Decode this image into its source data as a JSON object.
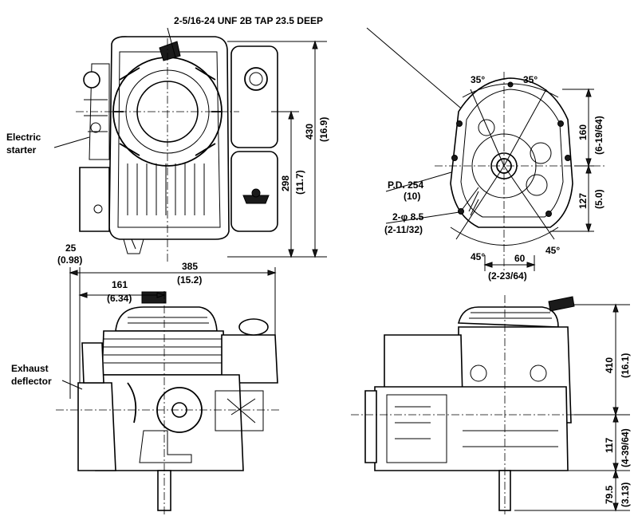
{
  "callouts": {
    "tap": "2-5/16-24 UNF 2B TAP 23.5 DEEP",
    "electric_starter": [
      "Electric",
      "starter"
    ],
    "exhaust_deflector": [
      "Exhaust",
      "deflector"
    ]
  },
  "dimensions": {
    "height_430": "430",
    "height_430_in": "(16.9)",
    "height_298": "298",
    "height_298_in": "(11.7)",
    "offset_25": "25",
    "offset_25_in": "(0.98)",
    "width_385": "385",
    "width_385_in": "(15.2)",
    "width_161": "161",
    "width_161_in": "(6.34)",
    "angle_35_left": "35°",
    "angle_35_right": "35°",
    "dist_160": "160",
    "dist_160_in": "(6-19/64)",
    "dist_127": "127",
    "dist_127_in": "(5.0)",
    "pd": "P.D. 254",
    "pd_in": "(10)",
    "holes": "2-φ 8.5",
    "holes_in": "(2-11/32)",
    "angle_45_left": "45°",
    "angle_45_right": "45°",
    "dist_60": "60",
    "dist_60_in": "(2-23/64)",
    "height_410": "410",
    "height_410_in": "(16.1)",
    "height_117": "117",
    "height_117_in": "(4-39/64)",
    "shaft_795": "79.5",
    "shaft_795_in": "(3.13)"
  }
}
